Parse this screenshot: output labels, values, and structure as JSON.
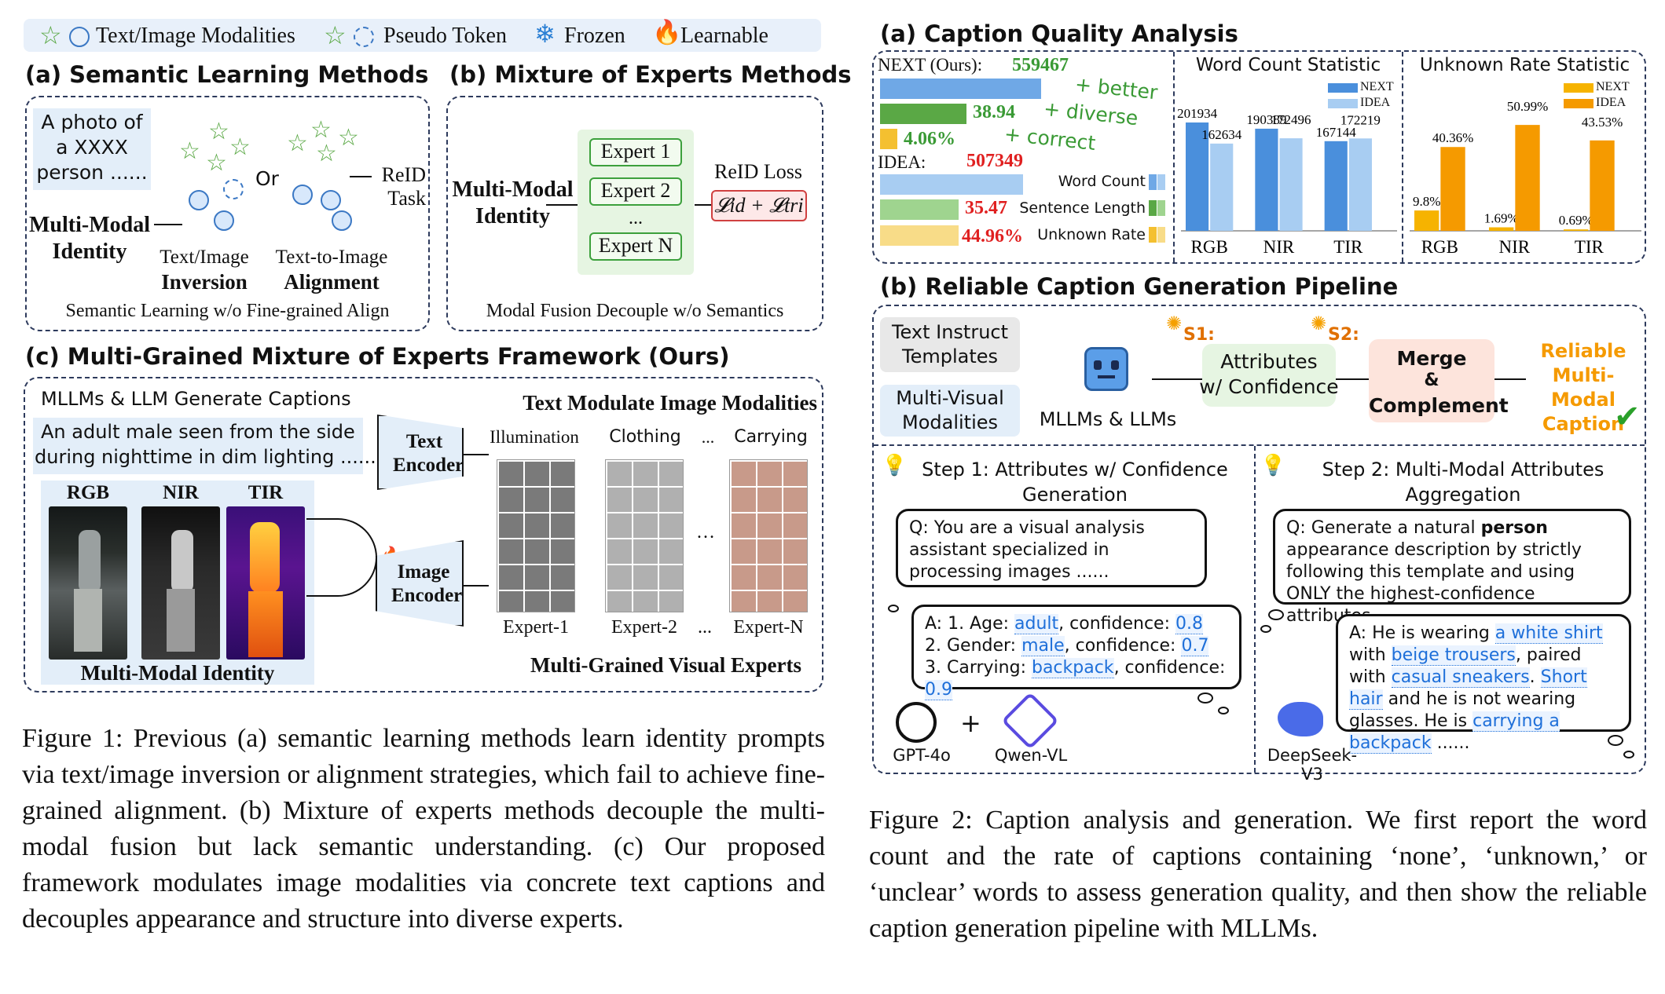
{
  "legend": {
    "text_image": "Text/Image Modalities",
    "pseudo": "Pseudo Token",
    "frozen": "Frozen",
    "learnable": "Learnable"
  },
  "fig1a": {
    "title": "(a) Semantic Learning Methods",
    "photo_text": "A photo of a XXXX person ......",
    "mm_id": "Multi-Modal Identity",
    "or": "Or",
    "reid_task": "ReID Task",
    "inversion_1": "Text/Image",
    "inversion_2": "Inversion",
    "align_1": "Text-to-Image",
    "align_2": "Alignment",
    "footer": "Semantic Learning w/o Fine-grained Align"
  },
  "fig1b": {
    "title": "(b) Mixture of Experts Methods",
    "mm_id": "Multi-Modal Identity",
    "experts": [
      "Expert 1",
      "Expert 2",
      "...",
      "Expert N"
    ],
    "reid_loss": "ReID Loss",
    "loss_formula": "𝓛id + 𝓛tri",
    "footer": "Modal Fusion Decouple w/o Semantics"
  },
  "fig1c": {
    "title": "(c) Multi-Grained Mixture of Experts Framework (Ours)",
    "mllm": "MLLMs & LLM Generate Captions",
    "caption_1": "An adult male seen from the side",
    "caption_2": "during nighttime in dim lighting ......",
    "modalities": [
      "RGB",
      "NIR",
      "TIR"
    ],
    "mm_identity": "Multi-Modal Identity",
    "text_encoder": "Text Encoder",
    "image_encoder": "Image Encoder",
    "modulate": "Text Modulate Image Modalities",
    "attrs": [
      "Illumination",
      "Clothing",
      "...",
      "Carrying"
    ],
    "experts": [
      "Expert-1",
      "Expert-2",
      "...",
      "Expert-N"
    ],
    "visual_experts": "Multi-Grained Visual Experts"
  },
  "fig1_caption": "Figure 1: Previous (a) semantic learning methods learn identity prompts via text/image inversion or alignment strategies, which fail to achieve fine-grained alignment. (b) Mixture of experts methods decouple the multi-modal fusion but lack semantic understanding. (c) Our proposed framework modulates image modalities via concrete text captions and decouples appearance and structure into diverse experts.",
  "fig2a": {
    "title": "(a) Caption Quality Analysis",
    "next_label": "NEXT (Ours):",
    "next_words": "559467",
    "next_sent": "38.94",
    "next_unk": "4.06%",
    "better": "+ better",
    "diverse": "+ diverse",
    "correct": "+ correct",
    "idea_label": "IDEA:",
    "idea_words": "507349",
    "idea_sent": "35.47",
    "idea_unk": "44.96%",
    "leg_wc": "Word Count",
    "leg_sl": "Sentence Length",
    "leg_ur": "Unknown Rate",
    "wc_title": "Word Count Statistic",
    "ur_title": "Unknown Rate Statistic",
    "series": [
      "NEXT",
      "IDEA"
    ]
  },
  "chart_data": [
    {
      "type": "bar",
      "title": "Word Count Statistic",
      "categories": [
        "RGB",
        "NIR",
        "TIR"
      ],
      "series": [
        {
          "name": "NEXT",
          "values": [
            201934,
            190389,
            167144
          ]
        },
        {
          "name": "IDEA",
          "values": [
            162634,
            172496,
            172219
          ]
        }
      ],
      "ylim": [
        0,
        240000
      ]
    },
    {
      "type": "bar",
      "title": "Unknown Rate Statistic",
      "categories": [
        "RGB",
        "NIR",
        "TIR"
      ],
      "series": [
        {
          "name": "NEXT",
          "values": [
            9.8,
            1.69,
            0.69
          ]
        },
        {
          "name": "IDEA",
          "values": [
            40.36,
            50.99,
            43.53
          ]
        }
      ],
      "value_labels": [
        [
          "9.8%",
          "1.69%",
          "0.69%"
        ],
        [
          "40.36%",
          "50.99%",
          "43.53%"
        ]
      ],
      "ylim": [
        0,
        62
      ]
    }
  ],
  "fig2b": {
    "title": "(b) Reliable Caption Generation Pipeline",
    "tit": "Text Instruct Templates",
    "mv": "Multi-Visual Modalities",
    "mllms": "MLLMs & LLMs",
    "s1": "S1:",
    "s2": "S2:",
    "attr1": "Attributes",
    "attr2": "w/ Confidence",
    "merge1": "Merge",
    "merge2": "&",
    "merge3": "Complement",
    "rel": "Reliable Multi-Modal Caption",
    "step1": "Step 1: Attributes w/ Confidence Generation",
    "step2": "Step 2: Multi-Modal Attributes Aggregation",
    "q1": "Q: You are a visual analysis assistant specialized in processing images ......",
    "a1": [
      "A: 1. Age: ",
      "adult",
      ", confidence: ",
      "0.8",
      "2. Gender: ",
      "male",
      ", confidence: ",
      "0.7",
      "3. Carrying: ",
      "backpack",
      ", confidence: ",
      "0.9"
    ],
    "q2_a": "Q: Generate a natural ",
    "q2_b": "person",
    "q2_c": " appearance description by strictly following this template and using ONLY the highest-confidence attributes.",
    "a2": [
      "A: He is wearing ",
      "a white shirt",
      " with ",
      "beige trousers",
      ", paired with ",
      "casual sneakers",
      ". ",
      "Short hair",
      " and he is not wearing glasses. He is ",
      "carrying a backpack",
      " ......"
    ],
    "gpt": "GPT-4o",
    "plus": "+",
    "qwen": "Qwen-VL",
    "deepseek": "DeepSeek-V3"
  },
  "fig2_caption": "Figure 2: Caption analysis and generation. We first report the word count and the rate of captions containing ‘none’, ‘unknown,’ or ‘unclear’ words to assess generation quality, and then show the reliable caption generation pipeline with MLLMs."
}
